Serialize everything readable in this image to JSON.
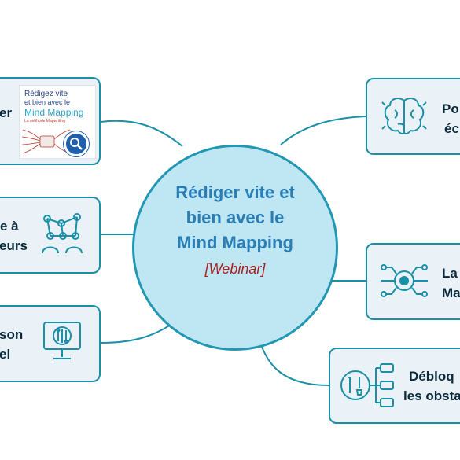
{
  "center": {
    "title": "Rédiger vite et\nbien avec le\nMind Mapping",
    "subtitle": "[Webinar]"
  },
  "nodes": [
    {
      "id": "left-1",
      "lines": [
        "er"
      ]
    },
    {
      "id": "left-2",
      "lines": [
        "e à",
        "eurs"
      ]
    },
    {
      "id": "left-3",
      "lines": [
        "son",
        "el"
      ]
    },
    {
      "id": "right-1",
      "lines": [
        "Po",
        "éc"
      ]
    },
    {
      "id": "right-2",
      "lines": [
        "La",
        "Ma"
      ]
    },
    {
      "id": "right-3",
      "lines": [
        "Débloq",
        "les obsta"
      ]
    }
  ],
  "book_cover": {
    "title_line1": "Rédigez vite",
    "title_line2": "et bien avec le",
    "title_line3": "Mind Mapping",
    "tagline": "La méthode Mapwriting"
  },
  "colors": {
    "accent": "#1a8fa8",
    "box_fill": "#eaf2f7",
    "circle_fill": "#bfe6f3",
    "title": "#2a7eb6",
    "subtitle": "#b01d1d",
    "text": "#0b2a3b"
  },
  "icons": [
    "book-cover-image",
    "network-people-icon",
    "monitor-circuit-icon",
    "brain-icon",
    "circuit-chip-icon",
    "tools-flow-icon"
  ]
}
